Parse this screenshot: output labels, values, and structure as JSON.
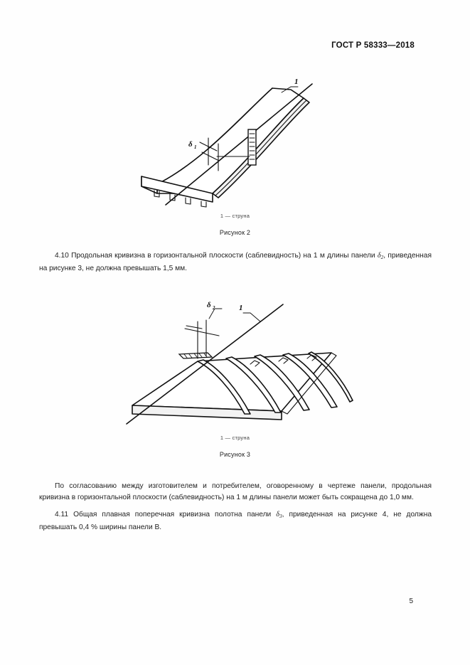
{
  "document": {
    "header": "ГОСТ Р 58333—2018",
    "page_number": "5"
  },
  "figure_2": {
    "legend": "1 — струна",
    "caption": "Рисунок 2",
    "callout_label": "1",
    "deviation_symbol": "δ",
    "deviation_subscript": "1",
    "description": "Изометрическое изображение панели с продольной кривизной, струной и измерительной линейкой"
  },
  "figure_3": {
    "legend": "1 — струна",
    "caption": "Рисунок 3",
    "callout_label": "1",
    "deviation_symbol": "δ",
    "deviation_subscript": "2",
    "description": "Изометрическое изображение ребристой панели с саблевидностью, струной и измерительной линейкой"
  },
  "paragraphs": {
    "p410": {
      "number": "4.10",
      "text_before_symbol": "Продольная кривизна в горизонтальной плоскости (саблевидность) на 1 м длины панели ",
      "symbol": "δ",
      "subscript": "2",
      "text_after_symbol": ", приведенная на рисунке 3, не должна превышать 1,5 мм."
    },
    "note": {
      "text": "По согласованию между изготовителем и потребителем, оговоренному в чертеже панели, продольная кривизна в горизонтальной плоскости (саблевидность) на 1 м длины панели может быть сокращена до 1,0 мм."
    },
    "p411": {
      "number": "4.11",
      "text_before_symbol": "Общая плавная поперечная кривизна полотна панели ",
      "symbol": "δ",
      "subscript": "3",
      "text_after_symbol": ", приведенная на рисунке 4, не должна превышать 0,4 % ширины панели В."
    }
  },
  "colors": {
    "page_background": "#fefefe",
    "text": "#1f1f1f",
    "line": "#111111"
  }
}
